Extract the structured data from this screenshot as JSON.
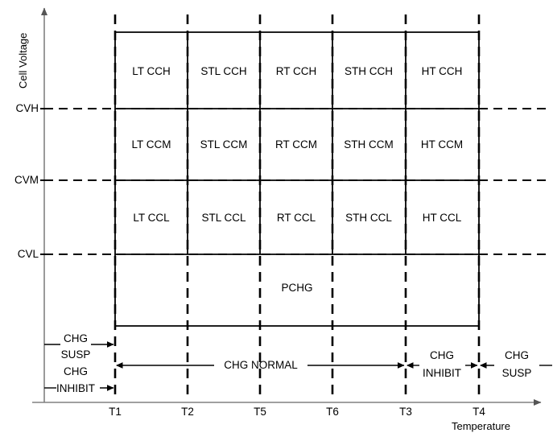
{
  "chart_data": {
    "type": "diagram",
    "title": "",
    "xlabel": "Temperature",
    "ylabel": "Cell Voltage",
    "x_ticks": [
      "T1",
      "T2",
      "T5",
      "T6",
      "T3",
      "T4"
    ],
    "y_ticks": [
      "CVH",
      "CVM",
      "CVL"
    ],
    "grid": true,
    "legend": "none",
    "columns": [
      "LT",
      "STL",
      "RT",
      "STH",
      "HT"
    ],
    "rows": [
      "CCH",
      "CCM",
      "CCL"
    ],
    "matrix": [
      [
        "LT CCH",
        "STL CCH",
        "RT CCH",
        "STH CCH",
        "HT CCH"
      ],
      [
        "LT CCM",
        "STL CCM",
        "RT CCM",
        "STH CCM",
        "HT CCM"
      ],
      [
        "LT CCL",
        "STL CCL",
        "RT CCL",
        "STH CCL",
        "HT CCL"
      ]
    ],
    "precharge_band": "PCHG",
    "annotations": {
      "left_top": "CHG\nSUSP",
      "left_bottom": "CHG\nINHIBIT",
      "middle": "CHG NORMAL",
      "right_inner": "CHG\nINHIBIT",
      "right_outer": "CHG\nSUSP"
    }
  },
  "axes": {
    "y_title": "Cell Voltage",
    "x_title": "Temperature",
    "y_ticks": [
      {
        "label": "CVH"
      },
      {
        "label": "CVM"
      },
      {
        "label": "CVL"
      }
    ],
    "x_ticks": [
      {
        "label": "T1"
      },
      {
        "label": "T2"
      },
      {
        "label": "T5"
      },
      {
        "label": "T6"
      },
      {
        "label": "T3"
      },
      {
        "label": "T4"
      }
    ]
  },
  "grid_cells": {
    "row_cch": [
      "LT CCH",
      "STL CCH",
      "RT CCH",
      "STH CCH",
      "HT CCH"
    ],
    "row_ccm": [
      "LT CCM",
      "STL CCM",
      "RT CCM",
      "STH CCM",
      "HT CCM"
    ],
    "row_ccl": [
      "LT CCL",
      "STL CCL",
      "RT CCL",
      "STH CCL",
      "HT CCL"
    ]
  },
  "bands": {
    "pchg": "PCHG"
  },
  "annotations": {
    "left_susp_line1": "CHG",
    "left_susp_line2": "SUSP",
    "left_inhibit_line1": "CHG",
    "left_inhibit_line2": "INHIBIT",
    "chg_normal": "CHG NORMAL",
    "right_inhibit_line1": "CHG",
    "right_inhibit_line2": "INHIBIT",
    "right_susp_line1": "CHG",
    "right_susp_line2": "SUSP"
  },
  "colors": {
    "stroke": "#000000",
    "axis": "#808080",
    "background": "#ffffff"
  }
}
